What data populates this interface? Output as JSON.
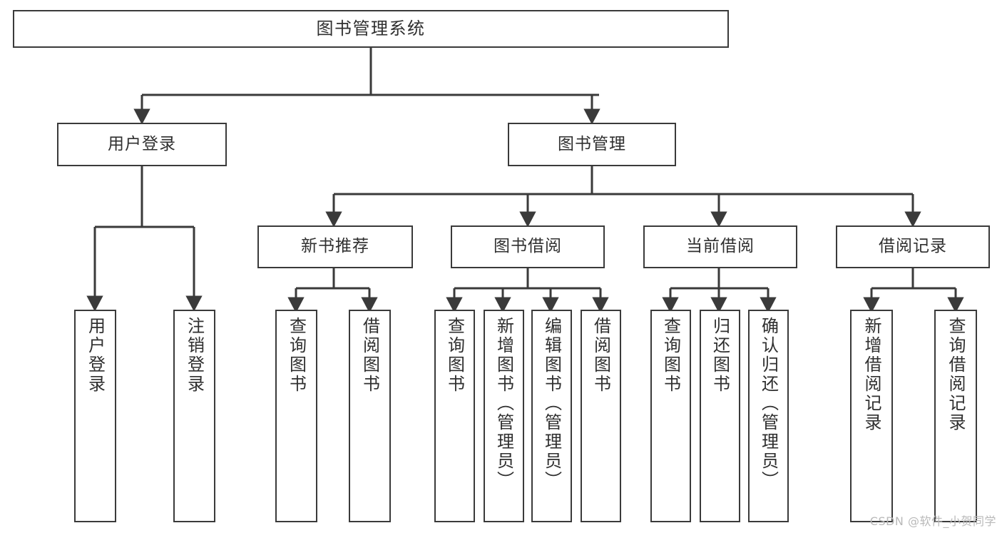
{
  "diagram": {
    "title": "图书管理系统",
    "watermark": "CSDN @软件_小贺同学",
    "colors": {
      "background": "#ffffff",
      "node_border": "#3a3a3a",
      "node_fill": "#ffffff",
      "edge": "#3a3a3a",
      "text": "#2f2f2f",
      "watermark": "#b9b9b9"
    },
    "levels": {
      "root": "图书管理系统",
      "level2": [
        "用户登录",
        "图书管理"
      ],
      "level3": [
        "新书推荐",
        "图书借阅",
        "当前借阅",
        "借阅记录"
      ]
    },
    "nodes": {
      "root": {
        "label": "图书管理系统"
      },
      "user_login": {
        "label": "用户登录"
      },
      "book_manage": {
        "label": "图书管理"
      },
      "new_book_rec": {
        "label": "新书推荐"
      },
      "book_borrow": {
        "label": "图书借阅"
      },
      "current_borrow": {
        "label": "当前借阅"
      },
      "borrow_record": {
        "label": "借阅记录"
      },
      "leaf_user_login": {
        "label": "用户登录"
      },
      "leaf_logout": {
        "label": "注销登录"
      },
      "leaf_query_book_1": {
        "label": "查询图书"
      },
      "leaf_borrow_book_1": {
        "label": "借阅图书"
      },
      "leaf_query_book_2": {
        "label": "查询图书"
      },
      "leaf_add_book": {
        "label": "新增图书（管理员）"
      },
      "leaf_edit_book": {
        "label": "编辑图书（管理员）"
      },
      "leaf_borrow_book_2": {
        "label": "借阅图书"
      },
      "leaf_query_book_3": {
        "label": "查询图书"
      },
      "leaf_return_book": {
        "label": "归还图书"
      },
      "leaf_confirm_return": {
        "label": "确认归还（管理员）"
      },
      "leaf_add_record": {
        "label": "新增借阅记录"
      },
      "leaf_query_record": {
        "label": "查询借阅记录"
      }
    }
  },
  "chart_data": {
    "type": "diagram",
    "title": "图书管理系统",
    "tree": {
      "label": "图书管理系统",
      "children": [
        {
          "label": "用户登录",
          "children": [
            {
              "label": "用户登录"
            },
            {
              "label": "注销登录"
            }
          ]
        },
        {
          "label": "图书管理",
          "children": [
            {
              "label": "新书推荐",
              "children": [
                {
                  "label": "查询图书"
                },
                {
                  "label": "借阅图书"
                }
              ]
            },
            {
              "label": "图书借阅",
              "children": [
                {
                  "label": "查询图书"
                },
                {
                  "label": "新增图书（管理员）"
                },
                {
                  "label": "编辑图书（管理员）"
                },
                {
                  "label": "借阅图书"
                }
              ]
            },
            {
              "label": "当前借阅",
              "children": [
                {
                  "label": "查询图书"
                },
                {
                  "label": "归还图书"
                },
                {
                  "label": "确认归还（管理员）"
                }
              ]
            },
            {
              "label": "借阅记录",
              "children": [
                {
                  "label": "新增借阅记录"
                },
                {
                  "label": "查询借阅记录"
                }
              ]
            }
          ]
        }
      ]
    }
  }
}
